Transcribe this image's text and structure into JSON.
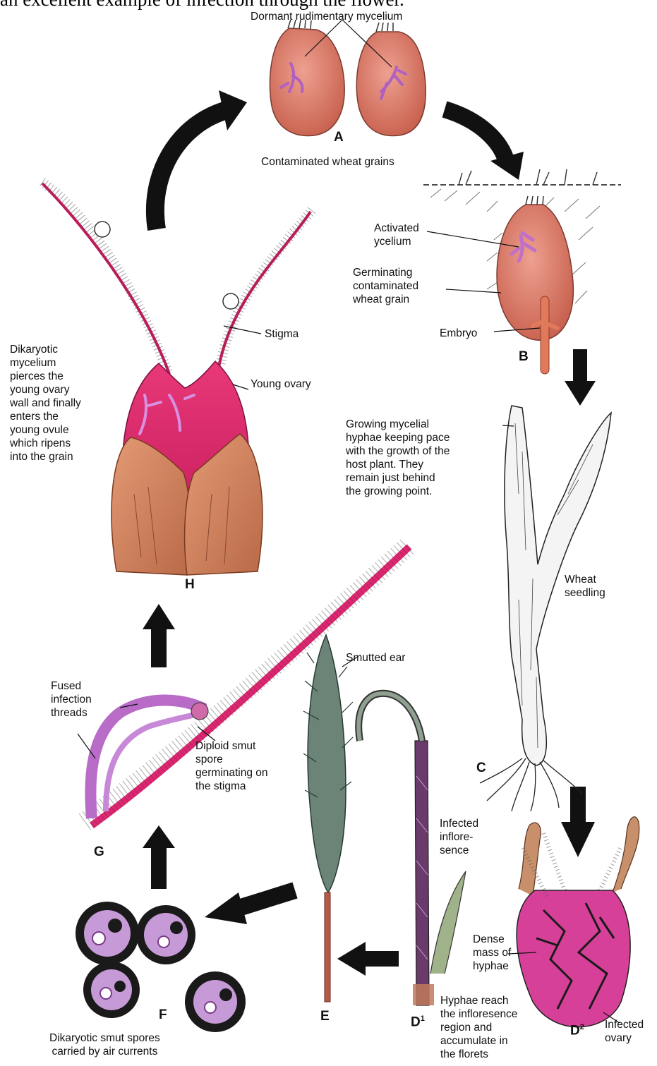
{
  "header_text": "an excellent example of infection through the flower.",
  "stages": {
    "A": "A",
    "B": "B",
    "C": "C",
    "D1": "D",
    "D1_sup": "1",
    "D2": "D",
    "D2_sup": "2",
    "E": "E",
    "F": "F",
    "G": "G",
    "H": "H"
  },
  "labels": {
    "dormant": "Dormant rudimentary mycelium",
    "contaminated": "Contaminated wheat grains",
    "activated": "Activated\nycelium",
    "germinating": "Germinating\ncontaminated\nwheat grain",
    "embryo": "Embryo",
    "growing": "Growing mycelial\nhyphae keeping pace\nwith the growth of the\nhost plant. They\nremain just behind\nthe growing point.",
    "seedling": "Wheat\nseedling",
    "stigma": "Stigma",
    "young_ovary": "Young ovary",
    "dikaryotic_mycelium": "Dikaryotic\nmycelium\npierces the\nyoung ovary\nwall and finally\nenters the\nyoung ovule\nwhich ripens\ninto the grain",
    "smutted_ear": "Smutted ear",
    "fused": "Fused\ninfection\nthreads",
    "diploid": "Diploid smut\nspore\ngerminating on\nthe stigma",
    "infected_inflo": "Infected\ninflore-\nsence",
    "dense": "Dense\nmass of\nhyphae",
    "hyphae_reach": "Hyphae reach\nthe infloresence\nregion and\naccumulate in\nthe florets",
    "infected_ovary": "Infected\novary",
    "spores": "Dikaryotic smut spores\ncarried by air currents"
  },
  "colors": {
    "grain": "#d9806c",
    "mycelium": "#c070c8",
    "ovary": "#e0306e",
    "husk": "#c9825e",
    "arrow": "#111111",
    "spore_ring": "#1a1a1a",
    "spore_inner": "#c69ad6"
  }
}
